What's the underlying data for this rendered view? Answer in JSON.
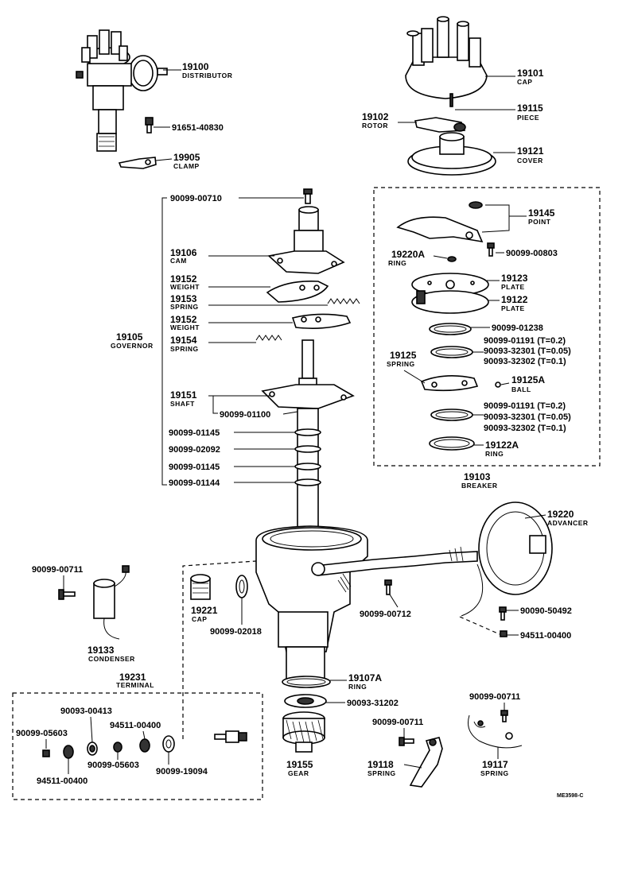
{
  "parts": {
    "p19100": {
      "num": "19100",
      "name": "DISTRIBUTOR"
    },
    "p91651": {
      "num": "91651-40830"
    },
    "p19905": {
      "num": "19905",
      "name": "CLAMP"
    },
    "p19101": {
      "num": "19101",
      "name": "CAP"
    },
    "p19102": {
      "num": "19102",
      "name": "ROTOR"
    },
    "p19115": {
      "num": "19115",
      "name": "PIECE"
    },
    "p19121": {
      "num": "19121",
      "name": "COVER"
    },
    "p00710": {
      "num": "90099-00710"
    },
    "p19106": {
      "num": "19106",
      "name": "CAM"
    },
    "p19152a": {
      "num": "19152",
      "name": "WEIGHT"
    },
    "p19153": {
      "num": "19153",
      "name": "SPRING"
    },
    "p19152b": {
      "num": "19152",
      "name": "WEIGHT"
    },
    "p19105": {
      "num": "19105",
      "name": "GOVERNOR"
    },
    "p19154": {
      "num": "19154",
      "name": "SPRING"
    },
    "p19151": {
      "num": "19151",
      "name": "SHAFT"
    },
    "p01100": {
      "num": "90099-01100"
    },
    "p01145a": {
      "num": "90099-01145"
    },
    "p02092": {
      "num": "90099-02092"
    },
    "p01145b": {
      "num": "90099-01145"
    },
    "p01144": {
      "num": "90099-01144"
    },
    "p19145": {
      "num": "19145",
      "name": "POINT"
    },
    "p19220A": {
      "num": "19220A",
      "name": "RING"
    },
    "p00803": {
      "num": "90099-00803"
    },
    "p19123": {
      "num": "19123",
      "name": "PLATE"
    },
    "p19122": {
      "num": "19122",
      "name": "PLATE"
    },
    "p01238": {
      "num": "90099-01238"
    },
    "p01191a": {
      "num": "90099-01191 (T=0.2)"
    },
    "p32301a": {
      "num": "90093-32301 (T=0.05)"
    },
    "p32302a": {
      "num": "90093-32302 (T=0.1)"
    },
    "p19125": {
      "num": "19125",
      "name": "SPRING"
    },
    "p19125A": {
      "num": "19125A",
      "name": "BALL"
    },
    "p01191b": {
      "num": "90099-01191 (T=0.2)"
    },
    "p32301b": {
      "num": "90093-32301 (T=0.05)"
    },
    "p32302b": {
      "num": "90093-32302 (T=0.1)"
    },
    "p19122A": {
      "num": "19122A",
      "name": "RING"
    },
    "p19103": {
      "num": "19103",
      "name": "BREAKER"
    },
    "p19220": {
      "num": "19220",
      "name": "ADVANCER"
    },
    "p00711a": {
      "num": "90099-00711"
    },
    "p19133": {
      "num": "19133",
      "name": "CONDENSER"
    },
    "p19221": {
      "num": "19221",
      "name": "CAP"
    },
    "p02018": {
      "num": "90099-02018"
    },
    "p00712": {
      "num": "90099-00712"
    },
    "p50492": {
      "num": "90090-50492"
    },
    "p00400a": {
      "num": "94511-00400"
    },
    "p19231": {
      "num": "19231",
      "name": "TERMINAL"
    },
    "p19107A": {
      "num": "19107A",
      "name": "RING"
    },
    "p31202": {
      "num": "90093-31202"
    },
    "p00413": {
      "num": "90093-00413"
    },
    "p05603a": {
      "num": "90099-05603"
    },
    "p00400b": {
      "num": "94511-00400"
    },
    "p05603b": {
      "num": "90099-05603"
    },
    "p19094": {
      "num": "90099-19094"
    },
    "p00400c": {
      "num": "94511-00400"
    },
    "p19155": {
      "num": "19155",
      "name": "GEAR"
    },
    "p00711b": {
      "num": "90099-00711"
    },
    "p19118": {
      "num": "19118",
      "name": "SPRING"
    },
    "p00711c": {
      "num": "90099-00711"
    },
    "p19117": {
      "num": "19117",
      "name": "SPRING"
    }
  },
  "footer_code": "ME3598-C"
}
